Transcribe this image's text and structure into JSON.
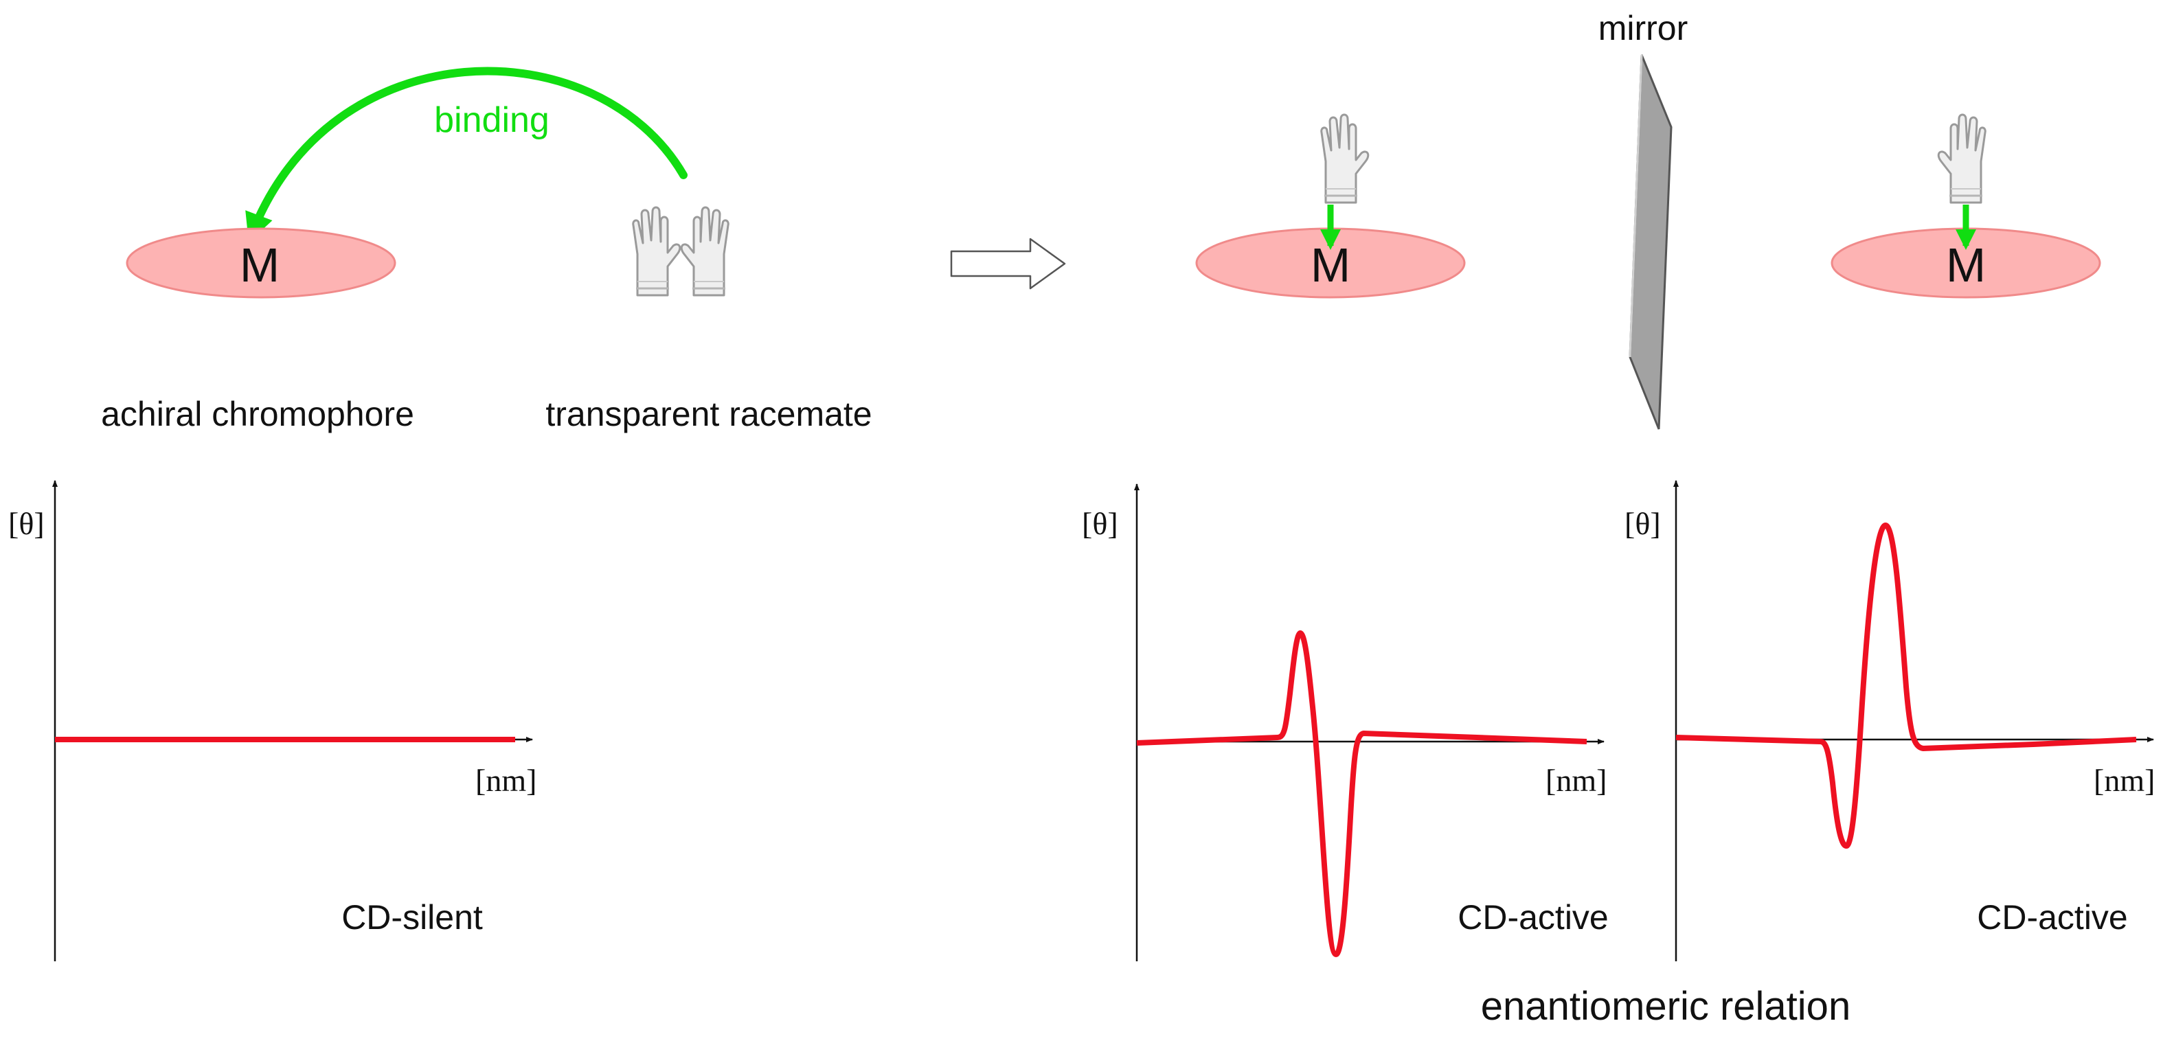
{
  "colors": {
    "metal_fill": "#fdb3b3",
    "metal_stroke": "#f08a8a",
    "binding": "#11dd11",
    "curve": "#ee1122",
    "axis": "#111111",
    "mirror_fill": "#a2a2a2",
    "mirror_stroke": "#555555",
    "glove_fill": "#efefef",
    "glove_stroke": "#9a9a9a"
  },
  "labels": {
    "binding": "binding",
    "metal": "M",
    "achiral_chromophore": "achiral chromophore",
    "transparent_racemate": "transparent racemate",
    "mirror": "mirror",
    "enantiomeric_relation": "enantiomeric relation"
  },
  "icons": {
    "glove_pair": "white-gloves-pair-icon",
    "single_glove": "white-glove-icon",
    "process_arrow": "hollow-right-arrow-icon"
  },
  "plots": [
    {
      "ylabel": "[θ]",
      "xlabel": "[nm]",
      "caption": "CD-silent",
      "shape": "flat"
    },
    {
      "ylabel": "[θ]",
      "xlabel": "[nm]",
      "caption": "CD-active",
      "shape": "positive-then-negative"
    },
    {
      "ylabel": "[θ]",
      "xlabel": "[nm]",
      "caption": "CD-active",
      "shape": "negative-then-positive"
    }
  ]
}
